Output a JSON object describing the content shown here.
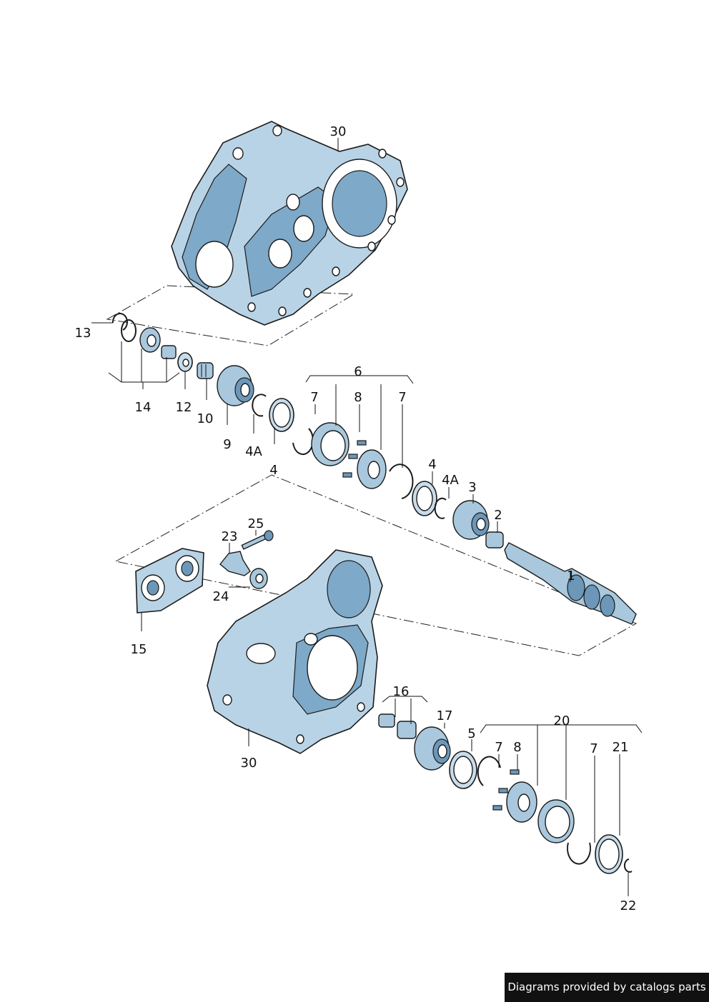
{
  "callouts": {
    "c30_top": "30",
    "c13": "13",
    "c14": "14",
    "c12": "12",
    "c10": "10",
    "c9": "9",
    "c4A_left": "4A",
    "c6": "6",
    "c7_a": "7",
    "c8_a": "8",
    "c7_b": "7",
    "c4_upper": "4",
    "c4A_right": "4A",
    "c3": "3",
    "c2": "2",
    "c1": "1",
    "c4_mid": "4",
    "c25": "25",
    "c23": "23",
    "c24": "24",
    "c15": "15",
    "c30_bottom": "30",
    "c16": "16",
    "c17": "17",
    "c5": "5",
    "c20": "20",
    "c7_c": "7",
    "c8_b": "8",
    "c7_d": "7",
    "c21": "21",
    "c22": "22"
  },
  "footer": {
    "credit": "Diagrams provided by catalogs parts"
  },
  "colors": {
    "part_fill": "#b9d3e6",
    "part_shade": "#7ea9c8",
    "line": "#1b1b1b",
    "footer_bg": "#111111"
  }
}
